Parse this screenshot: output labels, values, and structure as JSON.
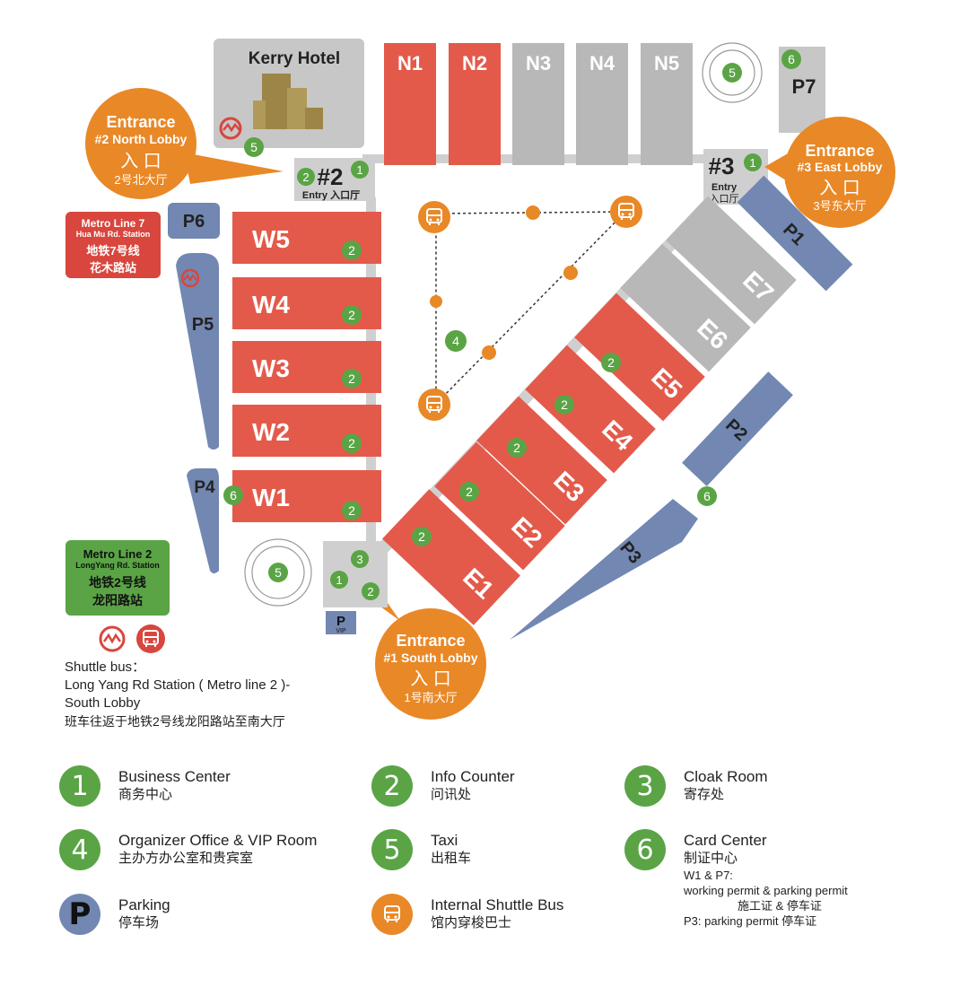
{
  "map": {
    "hotel": "Kerry Hotel",
    "halls_north": [
      "N1",
      "N2",
      "N3",
      "N4",
      "N5"
    ],
    "halls_west": [
      "W5",
      "W4",
      "W3",
      "W2",
      "W1"
    ],
    "halls_east": [
      "E1",
      "E2",
      "E3",
      "E4",
      "E5",
      "E6",
      "E7"
    ],
    "parking": {
      "p1": "P1",
      "p2": "P2",
      "p3": "P3",
      "p4": "P4",
      "p5": "P5",
      "p6": "P6",
      "p7": "P7",
      "vip_p": "P",
      "vip": "VIP"
    },
    "entry2": {
      "num": "#2",
      "entry": "Entry 入口厅"
    },
    "entry3": {
      "num": "#3",
      "entry": "Entry",
      "cn": "入口厅"
    },
    "colors": {
      "red": "#e35a4b",
      "gray": "#b8b8b8",
      "blue": "#7287b1",
      "orange": "#e98827",
      "green": "#5aa445",
      "metro7": "#d8463d",
      "metro2": "#5aa445"
    }
  },
  "entrances": {
    "north": {
      "title": "Entrance",
      "sub": "#2 North Lobby",
      "cn1": "入 口",
      "cn2": "2号北大厅"
    },
    "east": {
      "title": "Entrance",
      "sub": "#3 East Lobby",
      "cn1": "入 口",
      "cn2": "3号东大厅"
    },
    "south": {
      "title": "Entrance",
      "sub": "#1 South Lobby",
      "cn1": "入 口",
      "cn2": "1号南大厅"
    }
  },
  "metro7": {
    "l1": "Metro Line 7",
    "l2": "Hua Mu Rd. Station",
    "l3": "地铁7号线",
    "l4": "花木路站"
  },
  "metro2": {
    "l1": "Metro Line 2",
    "l2": "LongYang Rd. Station",
    "l3": "地铁2号线",
    "l4": "龙阳路站"
  },
  "shuttle": {
    "label": "Shuttle bus：",
    "l1": "Long Yang Rd Station ( Metro line 2 )-",
    "l2": "South Lobby",
    "l3": "班车往返于地铁2号线龙阳路站至南大厅"
  },
  "legend": {
    "business": {
      "n": "1",
      "en": "Business Center",
      "cn": "商务中心"
    },
    "info": {
      "n": "2",
      "en": "Info Counter",
      "cn": "问讯处"
    },
    "cloak": {
      "n": "3",
      "en": "Cloak Room",
      "cn": "寄存处"
    },
    "organizer": {
      "n": "4",
      "en": "Organizer Office & VIP Room",
      "cn": "主办方办公室和贵宾室"
    },
    "taxi": {
      "n": "5",
      "en": "Taxi",
      "cn": "出租车"
    },
    "card": {
      "n": "6",
      "en": "Card Center",
      "cn": "制证中心",
      "n1": "W1 & P7:",
      "n2": "working permit & parking permit",
      "n3": "施工证 & 停车证",
      "n4": "P3: parking permit  停车证"
    },
    "parking": {
      "n": "P",
      "en": "Parking",
      "cn": "停车场"
    },
    "bus": {
      "en": "Internal Shuttle Bus",
      "cn": "馆内穿梭巴士"
    }
  }
}
